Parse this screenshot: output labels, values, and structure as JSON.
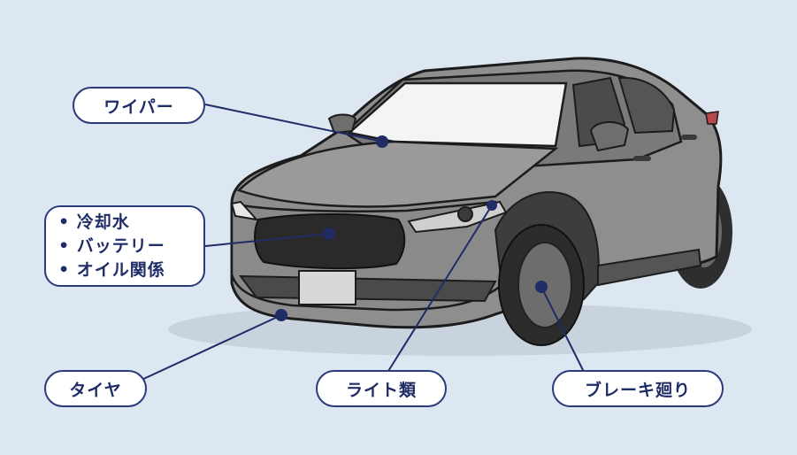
{
  "labels": {
    "wiper": "ワイパー",
    "engine": [
      "冷却水",
      "バッテリー",
      "オイル関係"
    ],
    "tire": "タイヤ",
    "light": "ライト類",
    "brake": "ブレーキ廻り"
  },
  "colors": {
    "background": "#dde7f1",
    "body": "#8c8c8c",
    "label_border": "#2b3a7a",
    "label_text": "#1f2c66",
    "pointer": "#1f2c66"
  }
}
